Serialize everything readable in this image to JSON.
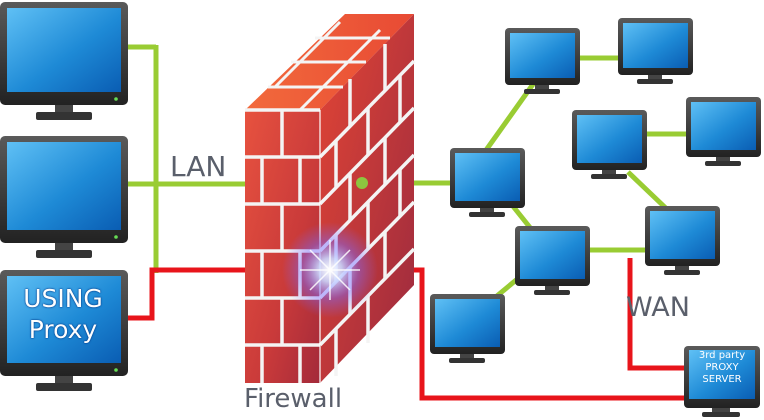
{
  "labels": {
    "lan": "LAN",
    "wan": "WAN",
    "firewall": "Firewall",
    "proxy_client_line1": "USING",
    "proxy_client_line2": "Proxy",
    "proxy_server_line1": "3rd party",
    "proxy_server_line2": "PROXY",
    "proxy_server_line3": "SERVER"
  },
  "colors": {
    "network_link": "#99cc33",
    "proxy_link": "#e8141b",
    "brick": "#d64a3a",
    "mortar": "#f2f2f2",
    "screen": "#1e8ad6",
    "bezel": "#3a3a3a"
  }
}
